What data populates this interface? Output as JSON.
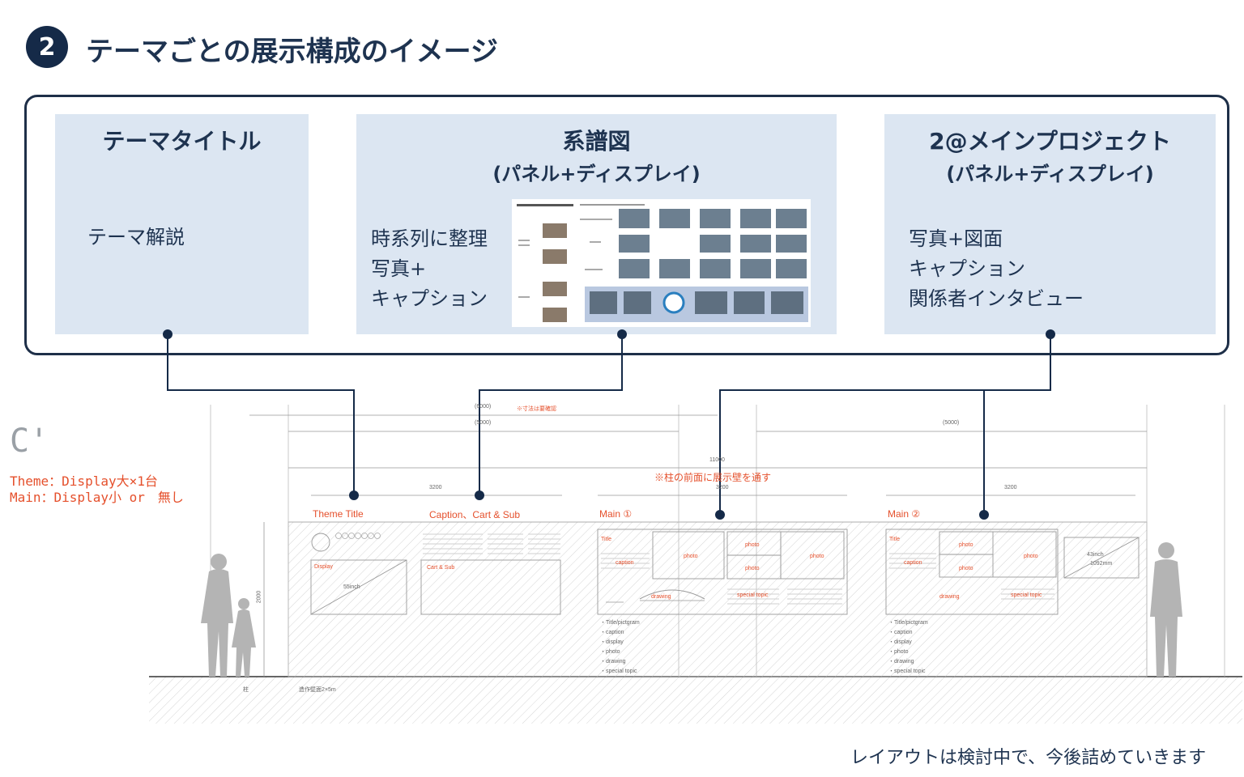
{
  "header": {
    "number": "2",
    "title": "テーマごとの展示構成のイメージ"
  },
  "cards": [
    {
      "title": "テーマタイトル",
      "lines": [
        "テーマ解説"
      ]
    },
    {
      "title": "系譜図",
      "subtitle": "(パネル+ディスプレイ)",
      "lines": [
        "時系列に整理",
        "写真+",
        "キャプション"
      ]
    },
    {
      "title": "2@メインプロジェクト",
      "subtitle": "(パネル+ディスプレイ)",
      "lines": [
        "写真+図面",
        "キャプション",
        "関係者インタビュー"
      ]
    }
  ],
  "elevation": {
    "section_label": "C'",
    "note_lines": [
      "Theme：Display大×1台",
      "Main：Display小 or　無し"
    ],
    "labels": {
      "theme_title": "Theme Title",
      "caption_cart": "Caption、Cart & Sub",
      "main1": "Main ①",
      "main2": "Main ②"
    },
    "top_note": "※寸法は要確認",
    "column_note": "※柱の前面に展示壁を通す",
    "dims": {
      "d6000": "(6000)",
      "d5000a": "(5000)",
      "d5000b": "(5000)",
      "d11000": "11000",
      "d3200a": "3200",
      "d3200b": "3200",
      "d3200c": "3200",
      "d2000": "2000"
    },
    "boxes": {
      "display": "Display",
      "inch55": "55inch",
      "cart_sub": "Cart & Sub",
      "title": "Title",
      "caption": "caption",
      "photo": "photo",
      "drawing": "drawing",
      "special": "special topic",
      "inch43": "43inch",
      "mm1092": "1092mm"
    },
    "list_items": [
      "・Title/pictgram",
      "・caption",
      "・display",
      "・photo",
      "・drawing",
      "・special topic"
    ],
    "floor_labels": {
      "pillar": "柱",
      "wall": "造作壁面2×5m"
    }
  },
  "footer": "レイアウトは検討中で、今後詰めていきます",
  "colors": {
    "navy": "#152a48",
    "card_bg": "#dce6f2",
    "accent_red": "#e5502c"
  }
}
